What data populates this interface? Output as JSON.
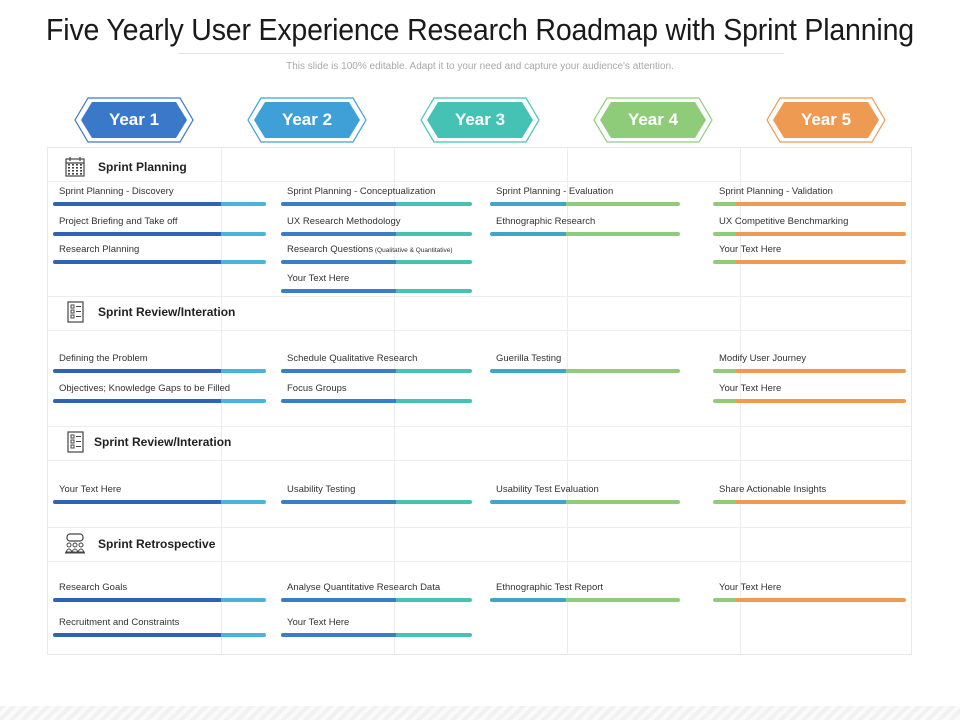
{
  "title": "Five Yearly User Experience Research Roadmap with Sprint Planning",
  "subtitle": "This slide is 100% editable. Adapt it to your need and capture your audience's attention.",
  "years": [
    {
      "label": "Year 1",
      "color": "#3a78c9",
      "dark": "#2f63b3",
      "light": "#4ea3d8"
    },
    {
      "label": "Year 2",
      "color": "#3ea0d6",
      "dark": "#3a7ec8",
      "light": "#4bb3d9"
    },
    {
      "label": "Year 3",
      "color": "#45c2b4",
      "dark": "#3fa6c8",
      "light": "#57cdb9"
    },
    {
      "label": "Year 4",
      "color": "#8fcc7a",
      "dark": "#4bbab0",
      "light": "#8fcc7a"
    },
    {
      "label": "Year 5",
      "color": "#ee9a52",
      "dark": "#8fcc7a",
      "light": "#ee9a52"
    }
  ],
  "sections": [
    {
      "title": "Sprint Planning",
      "icon": "calendar-icon",
      "columns": [
        [
          "Sprint Planning - Discovery",
          "Project Briefing and Take off",
          "Research Planning"
        ],
        [
          "Sprint Planning - Conceptualization",
          "UX Research Methodology",
          "Research Questions",
          "Your Text Here"
        ],
        [
          "Sprint Planning - Evaluation",
          "Ethnographic Research"
        ],
        [
          "Sprint Planning - Validation",
          "UX Competitive Benchmarking",
          "Your Text Here"
        ]
      ],
      "note": "(Qualitative & Quantitative)"
    },
    {
      "title": "Sprint Review/Interation",
      "icon": "checklist-icon",
      "columns": [
        [
          "Defining the Problem",
          "Objectives; Knowledge Gaps to be Filled"
        ],
        [
          "Schedule Qualitative Research",
          "Focus Groups"
        ],
        [
          "Guerilla Testing"
        ],
        [
          "Modify User Journey",
          "Your Text Here"
        ]
      ]
    },
    {
      "title": "Sprint Review/Interation",
      "icon": "checklist-icon",
      "columns": [
        [
          "Your Text Here"
        ],
        [
          "Usability Testing"
        ],
        [
          "Usability Test Evaluation"
        ],
        [
          "Share Actionable Insights"
        ]
      ]
    },
    {
      "title": "Sprint Retrospective",
      "icon": "team-icon",
      "columns": [
        [
          "Research Goals",
          "Recruitment and Constraints"
        ],
        [
          "Analyse Quantitative Research Data",
          "Your Text Here"
        ],
        [
          "Ethnographic Test Report"
        ],
        [
          "Your Text Here"
        ]
      ]
    }
  ]
}
